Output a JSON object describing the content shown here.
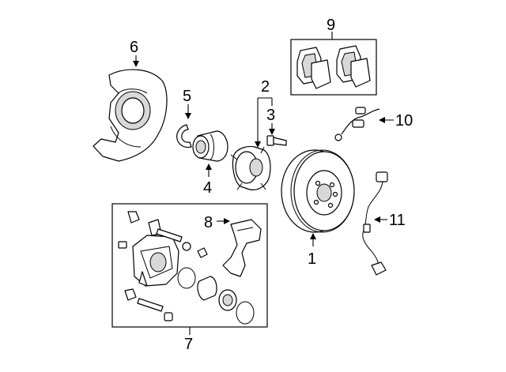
{
  "callouts": {
    "c1": "1",
    "c2": "2",
    "c3": "3",
    "c4": "4",
    "c5": "5",
    "c6": "6",
    "c7": "7",
    "c8": "8",
    "c9": "9",
    "c10": "10",
    "c11": "11"
  },
  "colors": {
    "line": "#000000",
    "background": "#ffffff",
    "shade": "#d8d8d8"
  }
}
